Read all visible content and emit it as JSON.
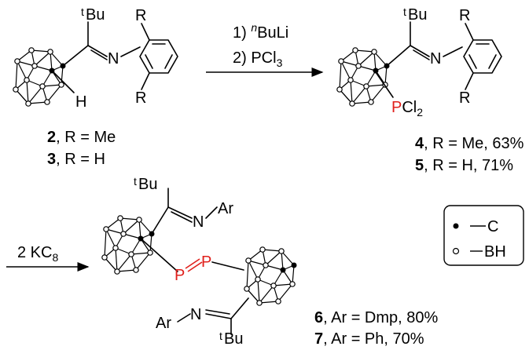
{
  "reaction": {
    "step1_reagent1": "1) ",
    "step1_reagent1_super": "n",
    "step1_reagent1_tail": "BuLi",
    "step1_reagent2": "2) PCl",
    "step1_reagent2_sub": "3",
    "step2_reagent_a": "2 KC",
    "step2_reagent_sub": "8"
  },
  "compounds": {
    "c2": {
      "num": "2",
      "desc": ", R = Me"
    },
    "c3": {
      "num": "3",
      "desc": ", R = H"
    },
    "c4": {
      "num": "4",
      "desc": ", R = Me, 63%"
    },
    "c5": {
      "num": "5",
      "desc": ", R = H, 71%"
    },
    "c6": {
      "num": "6",
      "desc": ", Ar = Dmp, 80%"
    },
    "c7": {
      "num": "7",
      "desc": ", Ar = Ph, 70%"
    }
  },
  "atoms": {
    "tbu_sup": "t",
    "tbu_main": "Bu",
    "N": "N",
    "R": "R",
    "H": "H",
    "P": "P",
    "Cl": "Cl",
    "Cl_sub": "2",
    "Ar": "Ar"
  },
  "legend": {
    "carbon": "C",
    "boron": "BH"
  },
  "colors": {
    "phosphorus": "#e0201c"
  }
}
